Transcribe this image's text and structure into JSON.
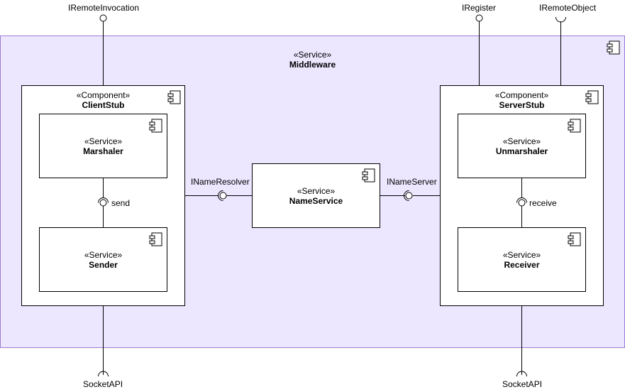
{
  "middleware": {
    "stereotype": "«Service»",
    "name": "Middleware"
  },
  "client_stub": {
    "stereotype": "«Component»",
    "name": "ClientStub"
  },
  "server_stub": {
    "stereotype": "«Component»",
    "name": "ServerStub"
  },
  "marshaler": {
    "stereotype": "«Service»",
    "name": "Marshaler"
  },
  "sender": {
    "stereotype": "«Service»",
    "name": "Sender"
  },
  "unmarshaler": {
    "stereotype": "«Service»",
    "name": "Unmarshaler"
  },
  "receiver": {
    "stereotype": "«Service»",
    "name": "Receiver"
  },
  "name_service": {
    "stereotype": "«Service»",
    "name": "NameService"
  },
  "interfaces": {
    "remote_invocation": "IRemoteInvocation",
    "register": "IRegister",
    "remote_object": "IRemoteObject",
    "name_resolver": "INameResolver",
    "name_server": "INameServer",
    "send": "send",
    "receive": "receive",
    "socket_api_left": "SocketAPI",
    "socket_api_right": "SocketAPI"
  },
  "colors": {
    "middleware_fill": "#ece6ff",
    "middleware_border": "#9b7bd4",
    "stroke": "#000000"
  }
}
